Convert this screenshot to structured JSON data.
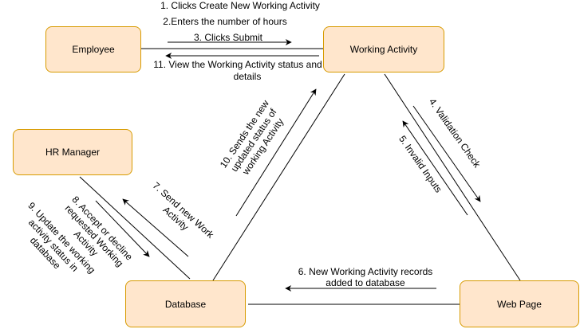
{
  "nodes": {
    "employee": "Employee",
    "working_activity": "Working Activity",
    "hr_manager": "HR Manager",
    "database": "Database",
    "web_page": "Web Page"
  },
  "steps": {
    "s1": "1. Clicks Create New Working Activity",
    "s2": "2.Enters the number of hours",
    "s3": "3. Clicks Submit",
    "s4": "4. Validation Check",
    "s5": "5. Invalid Inputs",
    "s6_line1": "6. New Working Activity records",
    "s6_line2": "added to database",
    "s7_line1": "7. Send new Work",
    "s7_line2": "Activity",
    "s8_line1": "8. Accept or decline",
    "s8_line2": "requested Working",
    "s8_line3": "Activity",
    "s9_line1": "9. Update the working",
    "s9_line2": "activity status in",
    "s9_line3": "database",
    "s10_line1": "10. Sends the new",
    "s10_line2": "updated status of",
    "s10_line3": "working Activity",
    "s11_line1": "11. View the Working Activity status and",
    "s11_line2": "details"
  }
}
